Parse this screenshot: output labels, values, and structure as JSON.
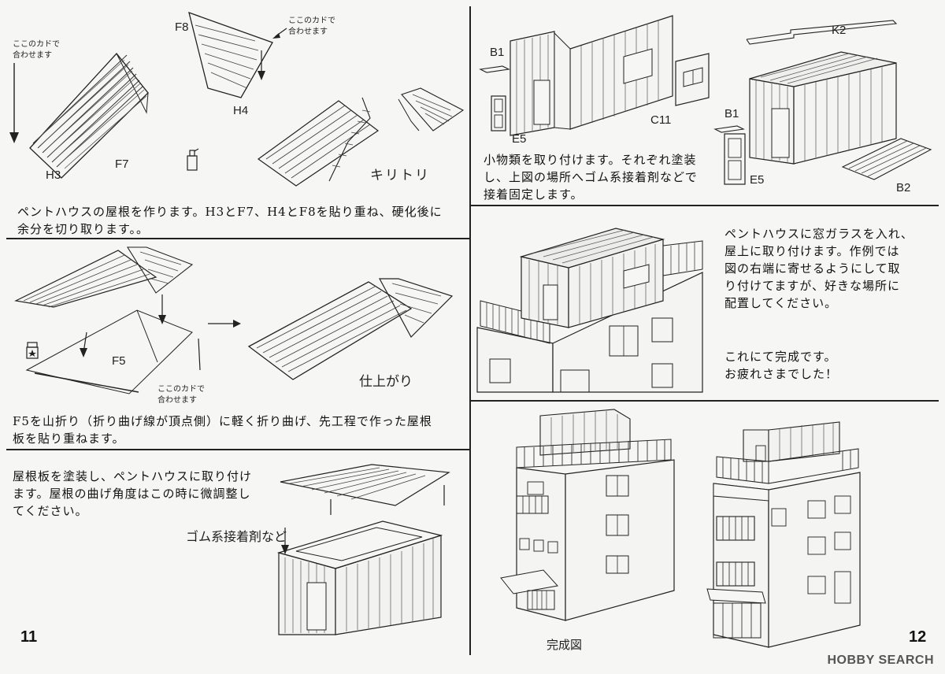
{
  "left_page": {
    "step1": {
      "callout_left": "ここのカドで\n合わせます",
      "callout_top": "ここのカドで\n合わせます",
      "label_f8": "F8",
      "label_h4": "H4",
      "label_h3": "H3",
      "label_f7": "F7",
      "label_cut": "キリトリ",
      "text": "ペントハウスの屋根を作ります。H3とF7、H4とF8を貼り重ね、硬化後に\n余分を切り取ります。。"
    },
    "step2": {
      "label_f5": "F5",
      "callout": "ここのカドで\n合わせます",
      "label_finished": "仕上がり",
      "text": "F5を山折り（折り曲げ線が頂点側）に軽く折り曲げ、先工程で作った屋根\n板を貼り重ねます。"
    },
    "step3": {
      "text": "屋根板を塗装し、ペントハウスに取り付け\nます。屋根の曲げ角度はこの時に微調整し\nてください。",
      "label_glue": "ゴム系接着剤など"
    },
    "page_number": "11"
  },
  "right_page": {
    "step4": {
      "label_b1_top": "B1",
      "label_e5_left": "E5",
      "label_c11": "C11",
      "label_k2": "K2",
      "label_b1_right": "B1",
      "label_e5_right": "E5",
      "label_b2": "B2",
      "text": "小物類を取り付けます。それぞれ塗装\nし、上図の場所へゴム系接着剤などで\n接着固定します。"
    },
    "step5": {
      "text": "ペントハウスに窓ガラスを入れ、\n屋上に取り付けます。作例では\n図の右端に寄せるようにして取\nり付けてますが、好きな場所に\n配置してください。",
      "done_text": "これにて完成です。\nお疲れさまでした！"
    },
    "completed_label": "完成図",
    "page_number": "12"
  },
  "watermark": "HOBBY SEARCH"
}
